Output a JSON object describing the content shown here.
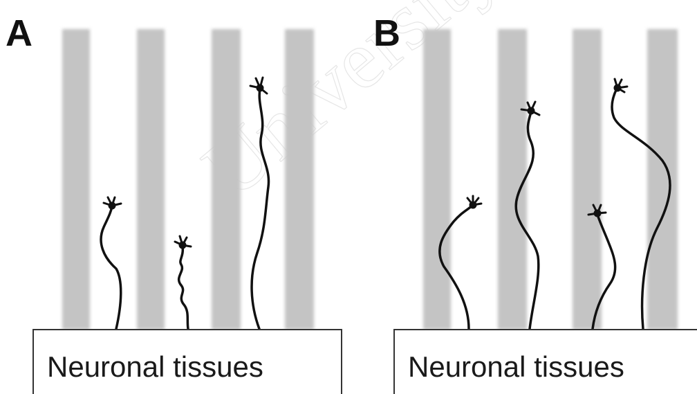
{
  "watermark": "University",
  "panels": [
    {
      "letter": "A",
      "tissue_label": "Neuronal tissues"
    },
    {
      "letter": "B",
      "tissue_label": "Neuronal tissues"
    }
  ],
  "colors": {
    "stripe": "#c4c4c4",
    "axon": "#111111",
    "box_border": "#333333",
    "background": "#ffffff"
  }
}
